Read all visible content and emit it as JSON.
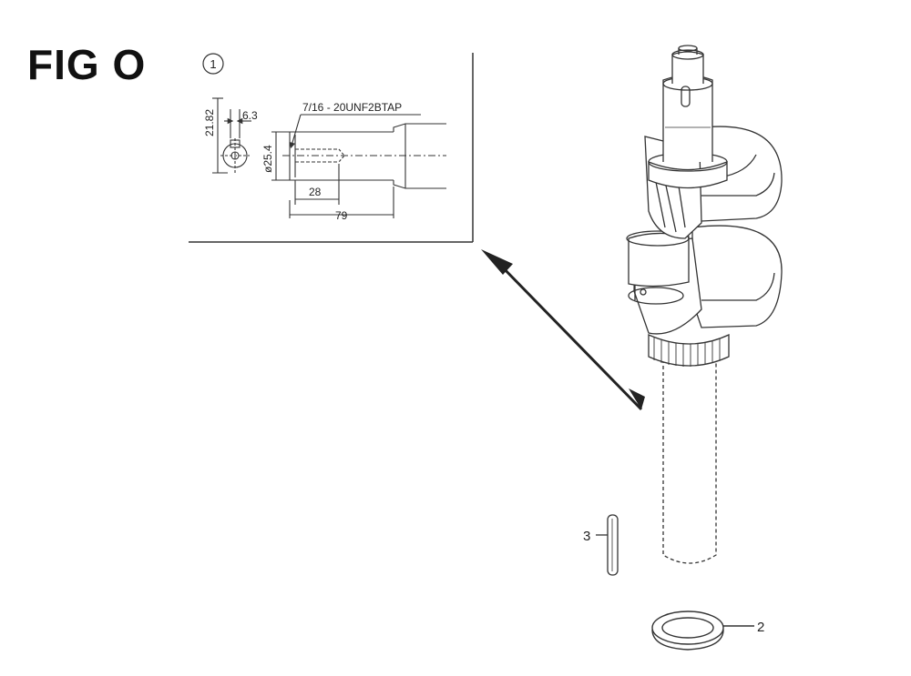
{
  "figure": {
    "title": "FIG O"
  },
  "detail": {
    "callout": "1",
    "thread_spec": "7/16 - 20UNF2BTAP",
    "dims": {
      "d1": "21.82",
      "d2": "6.3",
      "d3": "ø25.4",
      "d4": "28",
      "d5": "79"
    }
  },
  "parts": [
    {
      "callout": "2"
    },
    {
      "callout": "3"
    }
  ]
}
